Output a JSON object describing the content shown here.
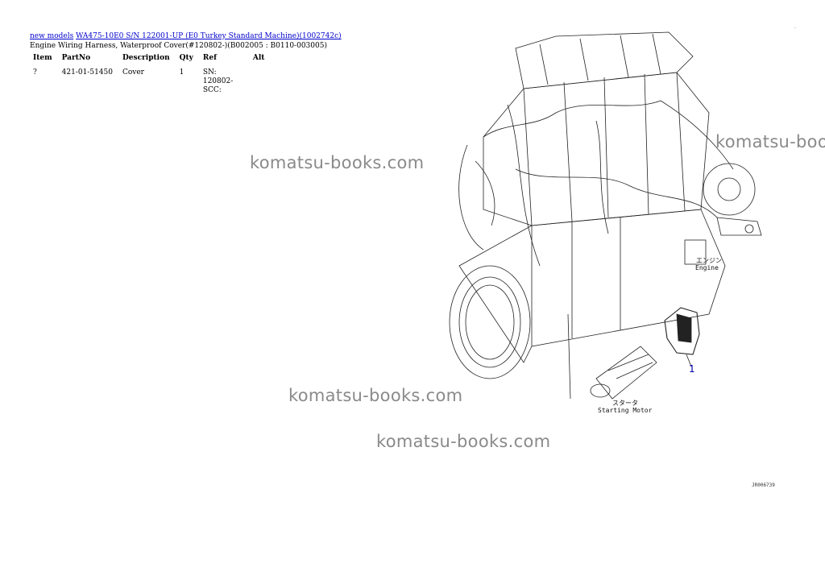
{
  "breadcrumb": {
    "link1": "new models",
    "link2": "WA475-10E0 S/N 122001-UP (E0 Turkey Standard Machine)(1002742c)"
  },
  "subtitle": "Engine Wiring Harness, Waterproof Cover(#120802-)(B002005 : B0110-003005)",
  "table": {
    "headers": [
      "Item",
      "PartNo",
      "Description",
      "Qty",
      "Ref",
      "Alt"
    ],
    "rows": [
      {
        "item": "?",
        "partno": "421-01-51450",
        "description": "Cover",
        "qty": "1",
        "ref": "SN: 120802-SCC:",
        "alt": ""
      }
    ]
  },
  "watermarks": [
    "komatsu-books.com",
    "komatsu-books.com",
    "komatsu-books.com",
    "komatsu-books.com"
  ],
  "diagram": {
    "engine_jp": "エンジン",
    "engine_en": "Engine",
    "starter_jp": "スタータ",
    "starter_en": "Starting Motor",
    "callout": "1",
    "code": "JR006739",
    "tick": "."
  },
  "colors": {
    "link": "#0000cc",
    "watermark": "#8a8a8a",
    "callout": "#0000aa"
  }
}
